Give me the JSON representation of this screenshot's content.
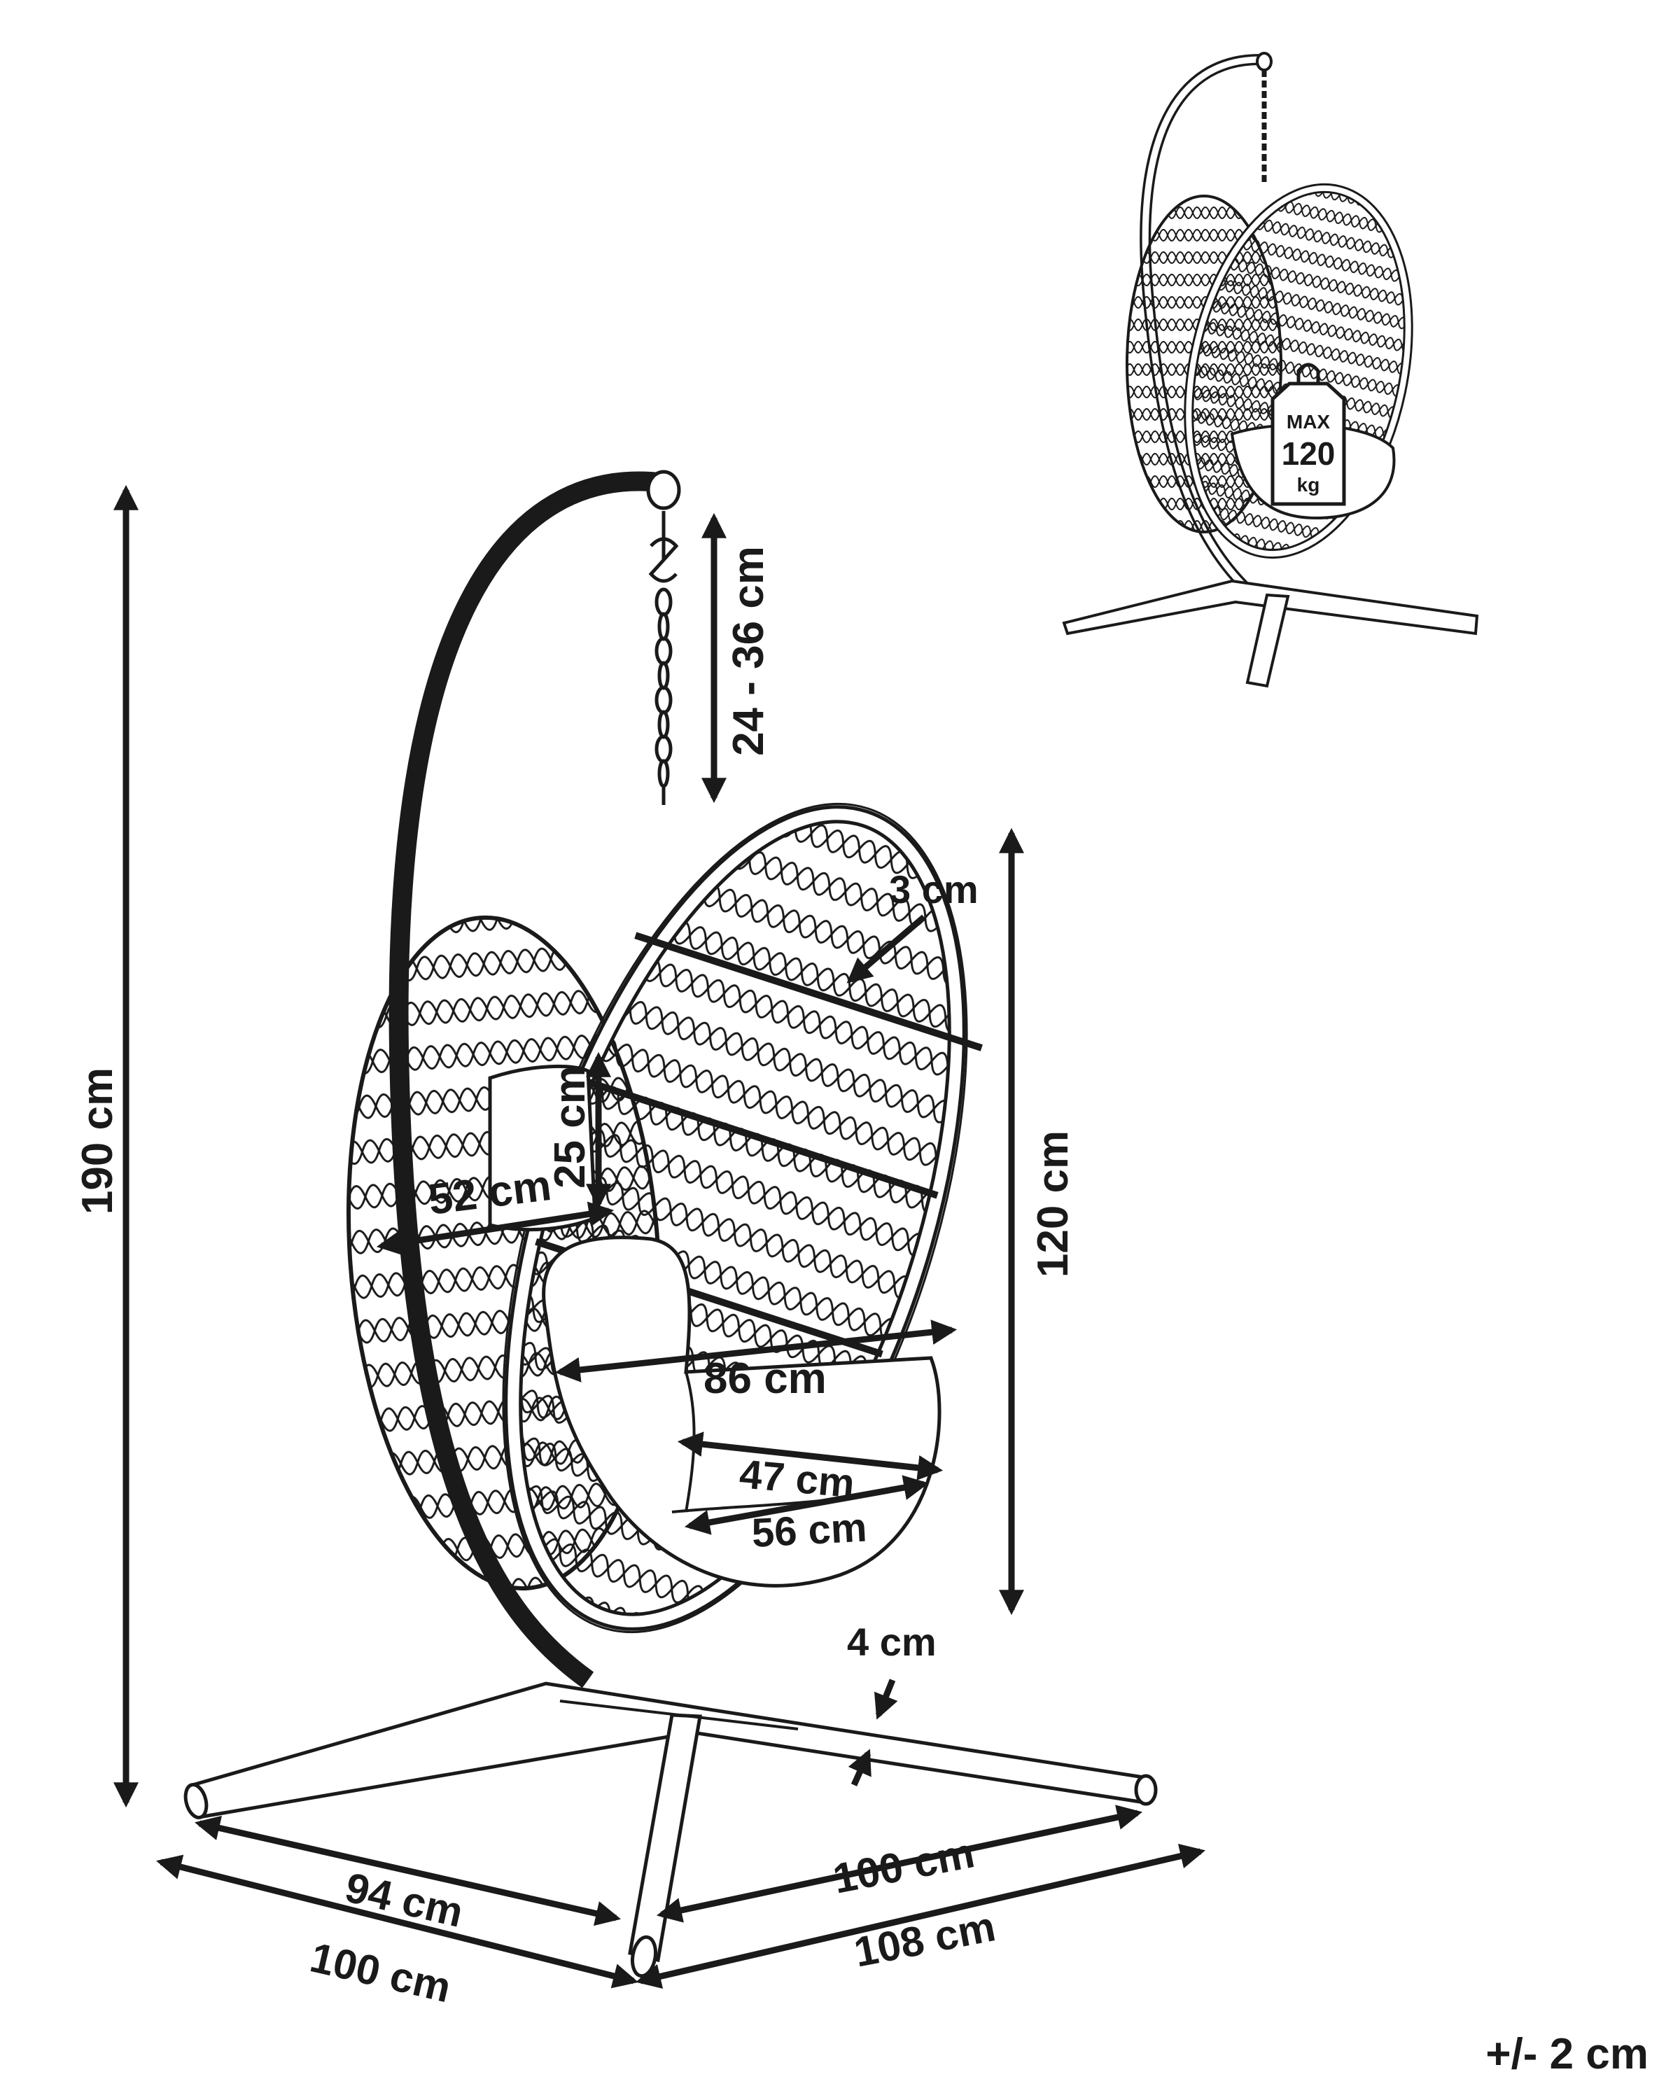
{
  "dimensions": {
    "total_height": "190 cm",
    "chain_length": "24 - 36 cm",
    "frame_thickness": "3 cm",
    "basket_height": "120 cm",
    "backrest_height": "25 cm",
    "basket_depth": "52 cm",
    "basket_width": "86 cm",
    "seat_width": "47 cm",
    "seat_depth": "56 cm",
    "base_tube": "4 cm",
    "base_left_inner": "94 cm",
    "base_left_outer": "100 cm",
    "base_right_inner": "100 cm",
    "base_right_outer": "108 cm"
  },
  "weight_badge": {
    "line1": "MAX",
    "line2": "120",
    "line3": "kg"
  },
  "tolerance": "+/- 2 cm",
  "icons": [
    "hanging-egg-chair-drawing",
    "dimension-arrow-icon"
  ],
  "colors": {
    "ink": "#1a1a1a",
    "background": "#ffffff"
  }
}
